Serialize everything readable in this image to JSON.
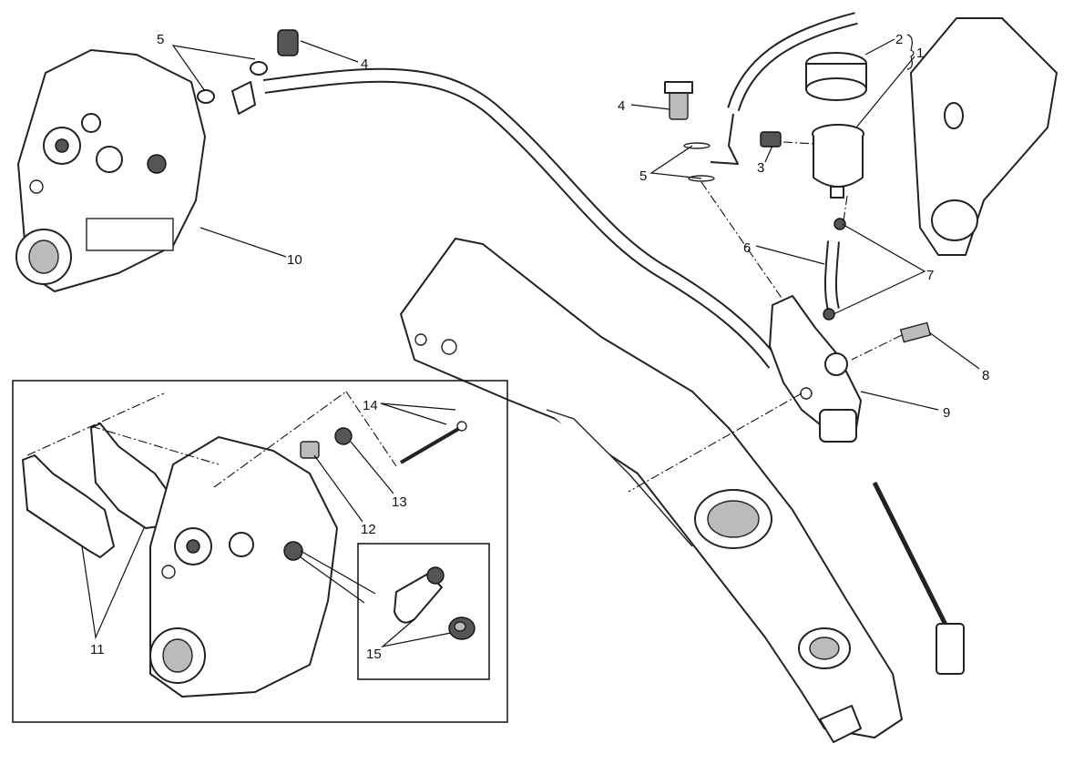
{
  "diagram": {
    "callouts": [
      {
        "id": "5a",
        "label": "5"
      },
      {
        "id": "4a",
        "label": "4"
      },
      {
        "id": "10",
        "label": "10"
      },
      {
        "id": "2",
        "label": "2"
      },
      {
        "id": "1",
        "label": "1"
      },
      {
        "id": "4b",
        "label": "4"
      },
      {
        "id": "5b",
        "label": "5"
      },
      {
        "id": "3",
        "label": "3"
      },
      {
        "id": "6",
        "label": "6"
      },
      {
        "id": "7",
        "label": "7"
      },
      {
        "id": "8",
        "label": "8"
      },
      {
        "id": "9",
        "label": "9"
      },
      {
        "id": "14",
        "label": "14"
      },
      {
        "id": "13",
        "label": "13"
      },
      {
        "id": "12",
        "label": "12"
      },
      {
        "id": "11",
        "label": "11"
      },
      {
        "id": "15",
        "label": "15"
      }
    ]
  }
}
